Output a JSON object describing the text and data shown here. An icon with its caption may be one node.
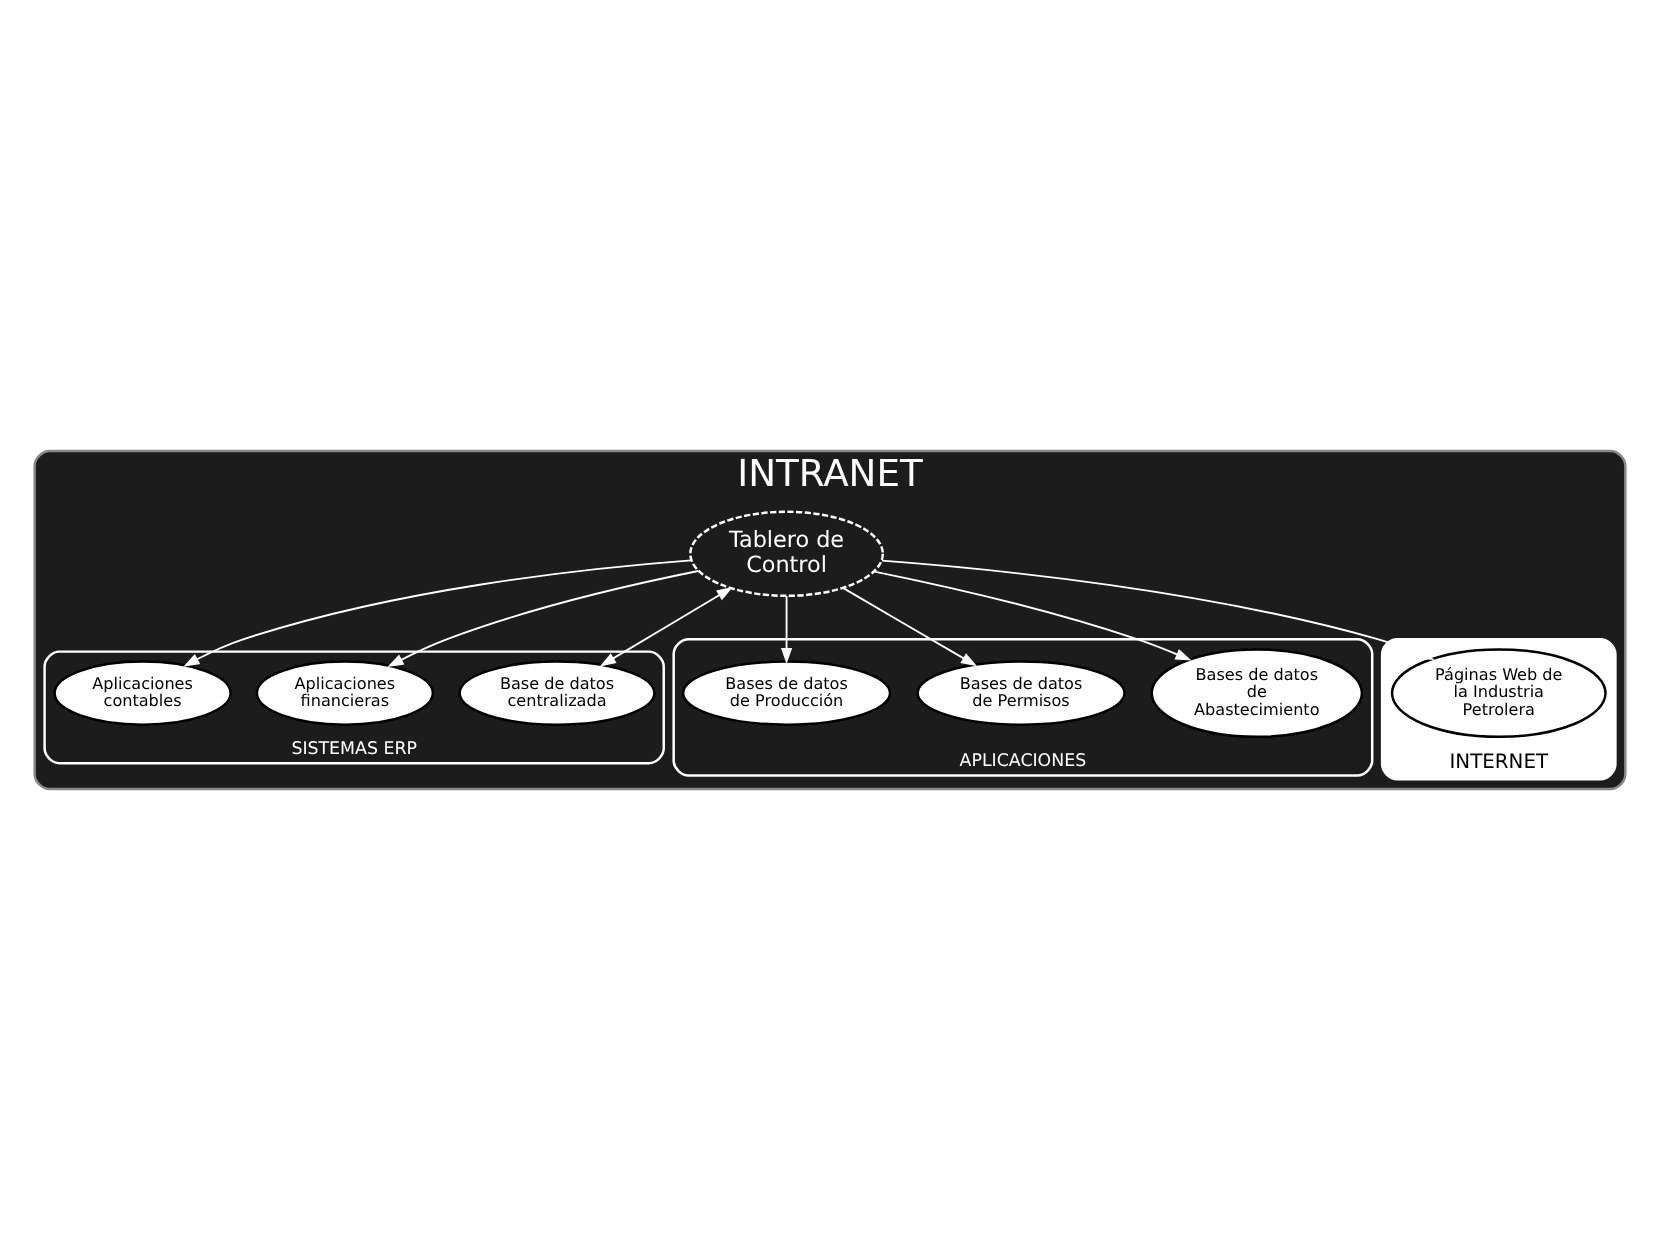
{
  "diagram": {
    "nodes": [
      {
        "text": [
          "INTRANET"
        ]
      },
      {
        "text": [
          "SISTEMAS ERP"
        ],
        "in": 0
      },
      {
        "text": [
          "Base de datos centralizada"
        ],
        "in": 1
      },
      {
        "text": [
          "Aplicaciones financieras"
        ],
        "in": 1
      },
      {
        "text": [
          "Aplicaciones contables"
        ],
        "in": 1
      },
      {
        "text": [
          "Tablero de Control"
        ],
        "in": 0
      },
      {
        "text": [
          "APLICACIONES"
        ],
        "in": 0
      },
      {
        "text": [
          "Bases de datos de Abastecimiento"
        ],
        "in": 6
      },
      {
        "text": [
          "Bases de datos de Permisos"
        ],
        "in": 6
      },
      {
        "text": [
          "Bases de datos de Producción"
        ],
        "in": 6
      },
      {
        "text": [
          "INTERNET"
        ],
        "in": 0
      },
      {
        "text": [
          "Páginas Web de la Industria Petrolera"
        ],
        "in": 10
      }
    ],
    "edges": [
      {
        "from": 5,
        "to": 2,
        "arrow": "both"
      },
      {
        "from": 5,
        "to": 3,
        "arrow": "to"
      },
      {
        "from": 5,
        "to": 4,
        "arrow": "to"
      },
      {
        "from": 5,
        "to": 7,
        "arrow": "to"
      },
      {
        "from": 5,
        "to": 8,
        "arrow": "to"
      },
      {
        "from": 5,
        "to": 9,
        "arrow": "to"
      },
      {
        "from": 5,
        "to": 11,
        "arrow": "to"
      }
    ]
  }
}
